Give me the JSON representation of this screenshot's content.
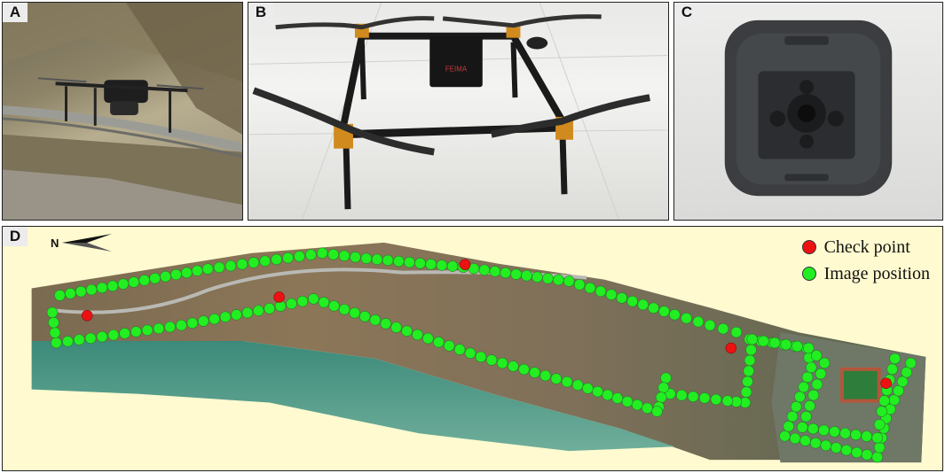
{
  "panels": [
    {
      "label": "A"
    },
    {
      "label": "B"
    },
    {
      "label": "C"
    },
    {
      "label": "D"
    }
  ],
  "drone_brand": "FEIMA",
  "north_label": "N",
  "legend": [
    {
      "label": "Check point",
      "color": "#ee1111"
    },
    {
      "label": "Image position",
      "color": "#22ee22"
    }
  ],
  "colors": {
    "check_point": "#ee1111",
    "image_position": "#22ee22",
    "map_background": "#fffad0"
  }
}
